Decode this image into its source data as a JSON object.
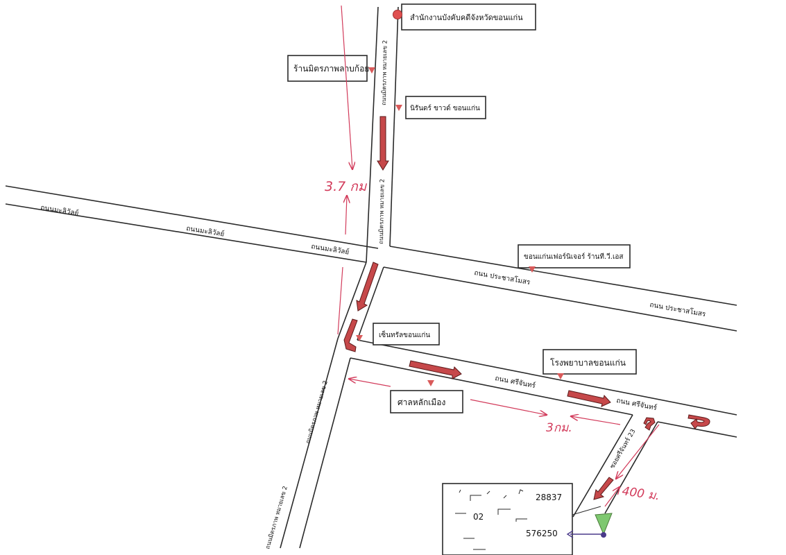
{
  "colors": {
    "road_line": "#2a2a2a",
    "route_arrow": "#c6484a",
    "distance_line": "#d23a5a",
    "marker": "#d95a5a",
    "destination_pin": "#7ec870",
    "destination_pin_edge": "#4a3a8a"
  },
  "landmarks": {
    "provincial_office": "สำนักงานบังคับคดีจังหวัดขอนแก่น",
    "mittraphap_shop": "ร้านมิตรภาพลาบก้อย",
    "niran_grand": "นิรันดร์ ขาวด์ ขอนแก่น",
    "furniture_shop": "ขอนแก่นเฟอร์นิเจอร์ ร้านที.วี.เอส",
    "central": "เซ็นทรัลขอนแก่น",
    "hospital": "โรงพยาบาลขอนแก่น",
    "city_pillar": "ศาลหลักเมือง"
  },
  "roads": {
    "maliwan_1": "ถนนมะลิวัลย์",
    "maliwan_2": "ถนนมะลิวัลย์",
    "maliwan_3": "ถนนมะลิวัลย์",
    "mittraphap_north_1": "ถนนมิตรภาพ หมายเลข 2",
    "mittraphap_north_2": "ถนนมิตรภาพ หมายเลข 2",
    "mittraphap_south_1": "ถนนมิตรภาพ หมายเลข 2",
    "mittraphap_south_2": "ถนนมิตรภาพ หมายเลข 2",
    "prachasamosorn_1": "ถนน ประชาสโมสร",
    "prachasamosorn_2": "ถนน ประชาสโมสร",
    "srichan_1": "ถนน ศรีจันทร์",
    "srichan_2": "ถนน ศรีจันทร์",
    "soi_srichan_23": "ซอยศรีจันทร์ 23"
  },
  "distances": {
    "north": "3.7 กม",
    "east": "3กม.",
    "soi": "400 ม."
  },
  "info_box": {
    "line1": "28837",
    "line2": "02",
    "line3": "576250"
  }
}
